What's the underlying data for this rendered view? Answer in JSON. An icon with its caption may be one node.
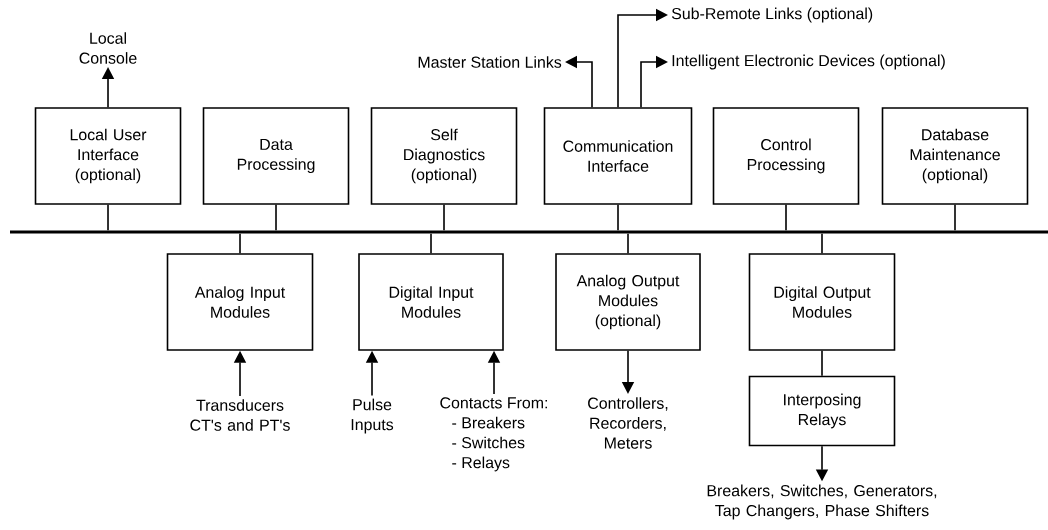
{
  "diagram": {
    "nodes": [
      {
        "text": [
          "Local User Interface (optional)"
        ]
      },
      {
        "text": [
          "Data Processing"
        ]
      },
      {
        "text": [
          "Self Diagnostics (optional)"
        ]
      },
      {
        "text": [
          "Communication Interface"
        ]
      },
      {
        "text": [
          "Control Processing"
        ]
      },
      {
        "text": [
          "Database Maintenance (optional)"
        ]
      },
      {
        "text": [],
        "shape": "bar"
      },
      {
        "text": [
          "Analog Input Modules"
        ]
      },
      {
        "text": [
          "Digital Input Modules"
        ]
      },
      {
        "text": [
          "Analog Output Modules (optional)"
        ]
      },
      {
        "text": [
          "Digital Output Modules"
        ]
      },
      {
        "text": [
          "Interposing Relays"
        ]
      },
      {
        "text": [
          "Local Console"
        ]
      },
      {
        "text": [
          "Master Station Links"
        ]
      },
      {
        "text": [
          "Sub-Remote Links (optional)"
        ]
      },
      {
        "text": [
          "Intelligent Electronic Devices (optional)"
        ]
      },
      {
        "text": [
          "Transducers CT's and PT's"
        ]
      },
      {
        "text": [
          "Pulse Inputs"
        ]
      },
      {
        "text": [
          "Contacts From:",
          "- Breakers",
          "- Switches",
          "- Relays"
        ]
      },
      {
        "text": [
          "Controllers, Recorders, Meters"
        ]
      },
      {
        "text": [
          "Breakers, Switches, Generators, Tap Changers, Phase Shifters"
        ]
      }
    ],
    "edges": [
      {
        "from": 0,
        "to": 12,
        "arrow": "to"
      },
      {
        "from": 3,
        "to": 13,
        "arrow": "to"
      },
      {
        "from": 3,
        "to": 14,
        "arrow": "to"
      },
      {
        "from": 3,
        "to": 15,
        "arrow": "to"
      },
      {
        "from": 0,
        "to": 6,
        "arrow": "none"
      },
      {
        "from": 1,
        "to": 6,
        "arrow": "none"
      },
      {
        "from": 2,
        "to": 6,
        "arrow": "none"
      },
      {
        "from": 3,
        "to": 6,
        "arrow": "none"
      },
      {
        "from": 4,
        "to": 6,
        "arrow": "none"
      },
      {
        "from": 5,
        "to": 6,
        "arrow": "none"
      },
      {
        "from": 6,
        "to": 7,
        "arrow": "none"
      },
      {
        "from": 6,
        "to": 8,
        "arrow": "none"
      },
      {
        "from": 6,
        "to": 9,
        "arrow": "none"
      },
      {
        "from": 6,
        "to": 10,
        "arrow": "none"
      },
      {
        "from": 10,
        "to": 11,
        "arrow": "none"
      },
      {
        "from": 16,
        "to": 7,
        "arrow": "to"
      },
      {
        "from": 17,
        "to": 8,
        "arrow": "to"
      },
      {
        "from": 18,
        "to": 8,
        "arrow": "to"
      },
      {
        "from": 9,
        "to": 19,
        "arrow": "to"
      },
      {
        "from": 11,
        "to": 20,
        "arrow": "to"
      }
    ]
  }
}
